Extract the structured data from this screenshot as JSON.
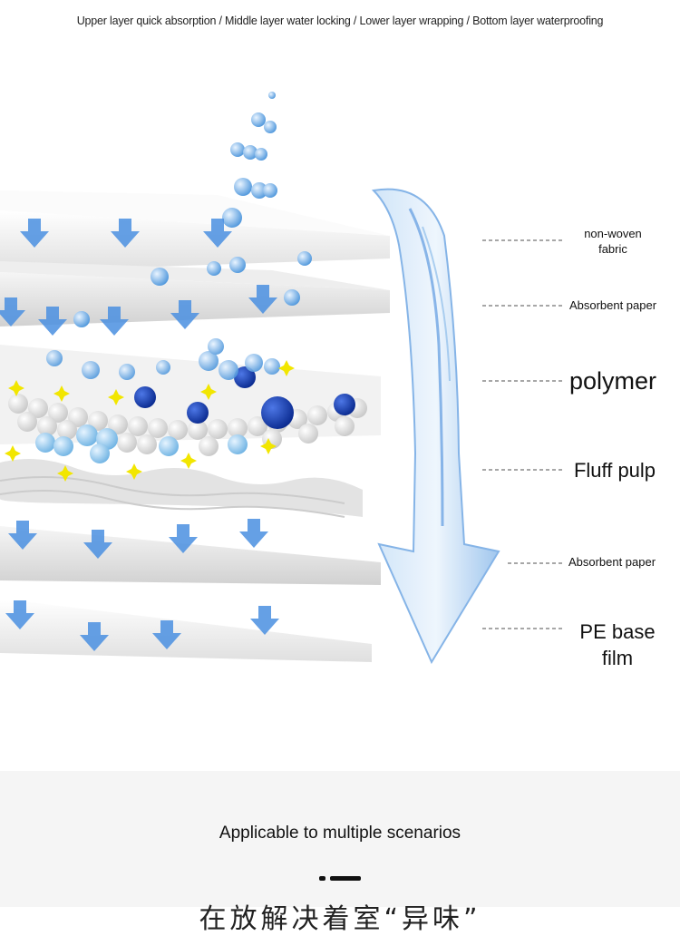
{
  "header": {
    "caption": "Upper layer quick absorption / Middle layer water locking / Lower layer wrapping / Bottom layer waterproofing"
  },
  "layers": [
    {
      "id": "nonwoven",
      "label": "non-woven fabric",
      "line1": "non-woven",
      "line2": "fabric"
    },
    {
      "id": "absorbent-top",
      "label": "Absorbent paper"
    },
    {
      "id": "polymer",
      "label": "polymer"
    },
    {
      "id": "fluff",
      "label": "Fluff pulp"
    },
    {
      "id": "absorbent-bottom",
      "label": "Absorbent paper"
    },
    {
      "id": "pe",
      "label": "PE base film"
    }
  ],
  "colors": {
    "arrow_blue": "#4a8fe0",
    "bead_white": "#f2f2f2",
    "bead_lightblue": "#a9d4ef",
    "bead_darkblue": "#1d3fb3",
    "spark_yellow": "#f2e600",
    "panel_bg": "#f5f5f5"
  },
  "footer": {
    "section_title": "Applicable to multiple scenarios",
    "cut_heading": "在放解决着室“异味”"
  }
}
